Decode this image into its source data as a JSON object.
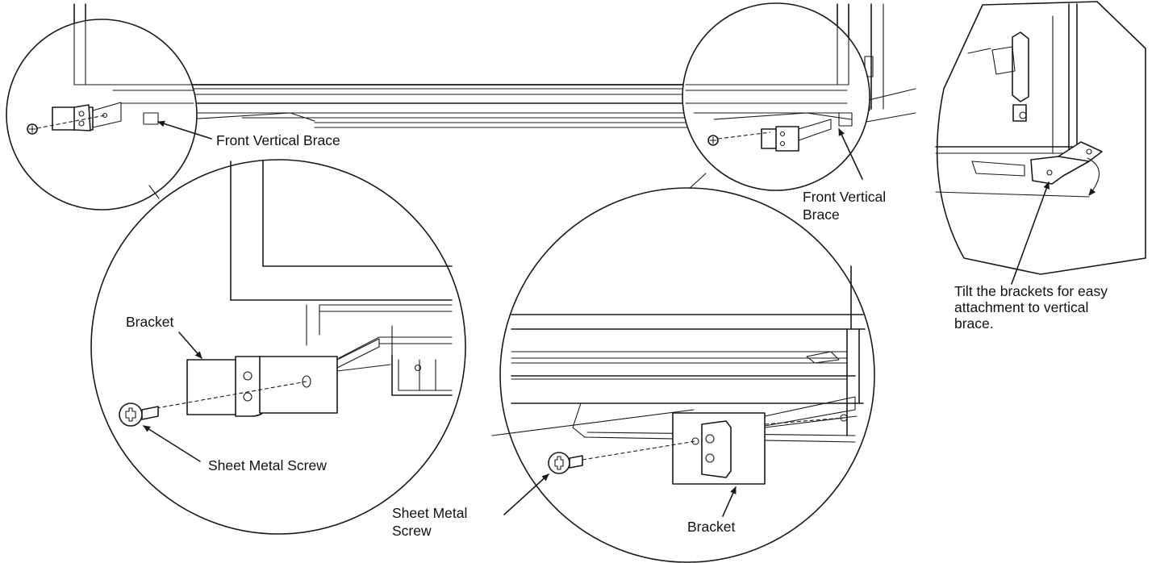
{
  "labels": {
    "front_brace_left": "Front Vertical Brace",
    "front_brace_right_line1": "Front Vertical",
    "front_brace_right_line2": "Brace",
    "bracket_left": "Bracket",
    "screw_left": "Sheet Metal Screw",
    "screw_right_line1": "Sheet Metal",
    "screw_right_line2": "Screw",
    "bracket_right": "Bracket",
    "tilt_line1": "Tilt the brackets for easy",
    "tilt_line2": "attachment to vertical",
    "tilt_line3": "brace."
  },
  "icons": [
    "phillips-screw-icon",
    "bracket-icon",
    "arrow-icon"
  ],
  "colors": {
    "line": "#1a1a1a",
    "background": "#ffffff"
  }
}
